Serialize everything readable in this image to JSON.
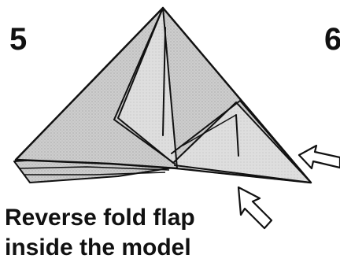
{
  "step": {
    "number": "5",
    "next_number": "6"
  },
  "instruction": {
    "line1": "Reverse fold flap",
    "line2": "inside the model"
  },
  "colors": {
    "ink": "#111111",
    "paper_shade": "#c4c4c4",
    "paper_light": "#d8d8d8",
    "background": "#ffffff"
  },
  "icons": [
    "push-arrow-icon",
    "push-arrow-icon"
  ]
}
